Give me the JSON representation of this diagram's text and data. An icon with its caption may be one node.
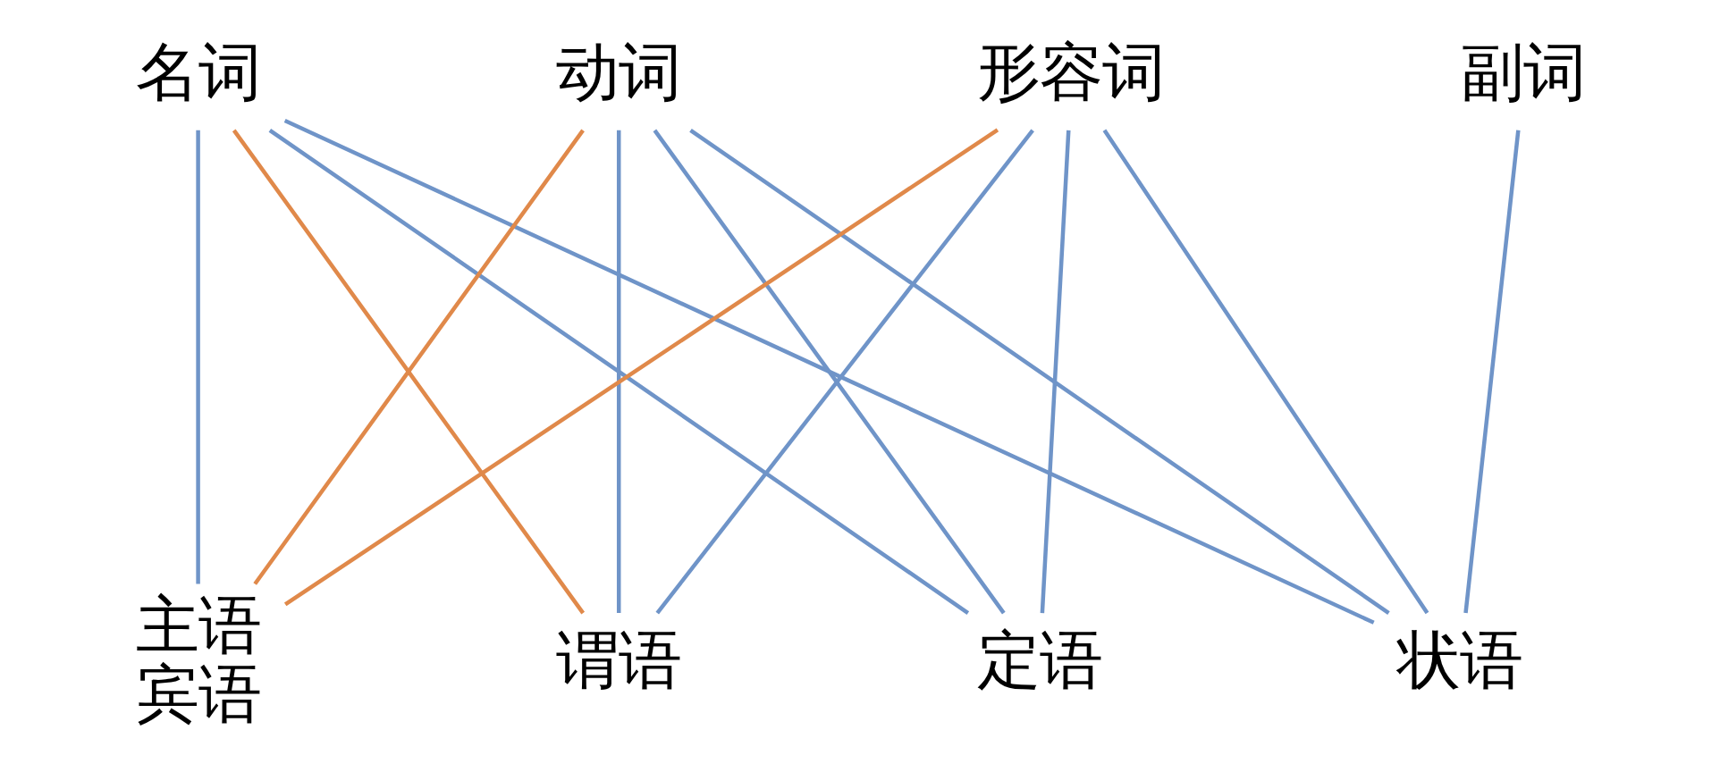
{
  "diagram": {
    "nodes": [
      {
        "text": [
          "名词"
        ]
      },
      {
        "text": [
          "动词"
        ]
      },
      {
        "text": [
          "形容词"
        ]
      },
      {
        "text": [
          "副词"
        ]
      },
      {
        "text": [
          "主语",
          "宾语"
        ]
      },
      {
        "text": [
          "谓语"
        ]
      },
      {
        "text": [
          "定语"
        ]
      },
      {
        "text": [
          "状语"
        ]
      }
    ],
    "edges": [
      {
        "from": 0,
        "to": 4,
        "arrow": "none"
      },
      {
        "from": 0,
        "to": 5,
        "arrow": "none",
        "color": "#e0894a"
      },
      {
        "from": 0,
        "to": 6,
        "arrow": "none"
      },
      {
        "from": 0,
        "to": 7,
        "arrow": "none"
      },
      {
        "from": 1,
        "to": 4,
        "arrow": "none",
        "color": "#e0894a"
      },
      {
        "from": 1,
        "to": 5,
        "arrow": "none"
      },
      {
        "from": 1,
        "to": 6,
        "arrow": "none"
      },
      {
        "from": 1,
        "to": 7,
        "arrow": "none"
      },
      {
        "from": 2,
        "to": 4,
        "arrow": "none",
        "color": "#e0894a"
      },
      {
        "from": 2,
        "to": 5,
        "arrow": "none"
      },
      {
        "from": 2,
        "to": 6,
        "arrow": "none"
      },
      {
        "from": 2,
        "to": 7,
        "arrow": "none"
      },
      {
        "from": 3,
        "to": 7,
        "arrow": "none"
      }
    ]
  }
}
